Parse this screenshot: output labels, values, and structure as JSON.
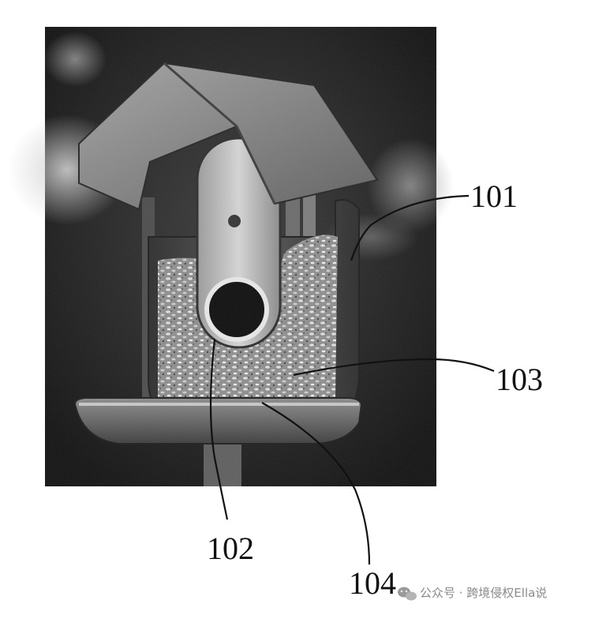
{
  "figure": {
    "labels": {
      "feeder": "101",
      "camera": "102",
      "outer_shell": "103",
      "tray": "104"
    },
    "watermark": {
      "icon": "wechat-icon",
      "text": "公众号 · 跨境侵权Ella说"
    },
    "colors": {
      "background": "#ffffff",
      "photo_dark": "#1b1b1b",
      "roof": "#7d7d7d",
      "seed": "#cfcfcf",
      "line": "#111111"
    }
  }
}
